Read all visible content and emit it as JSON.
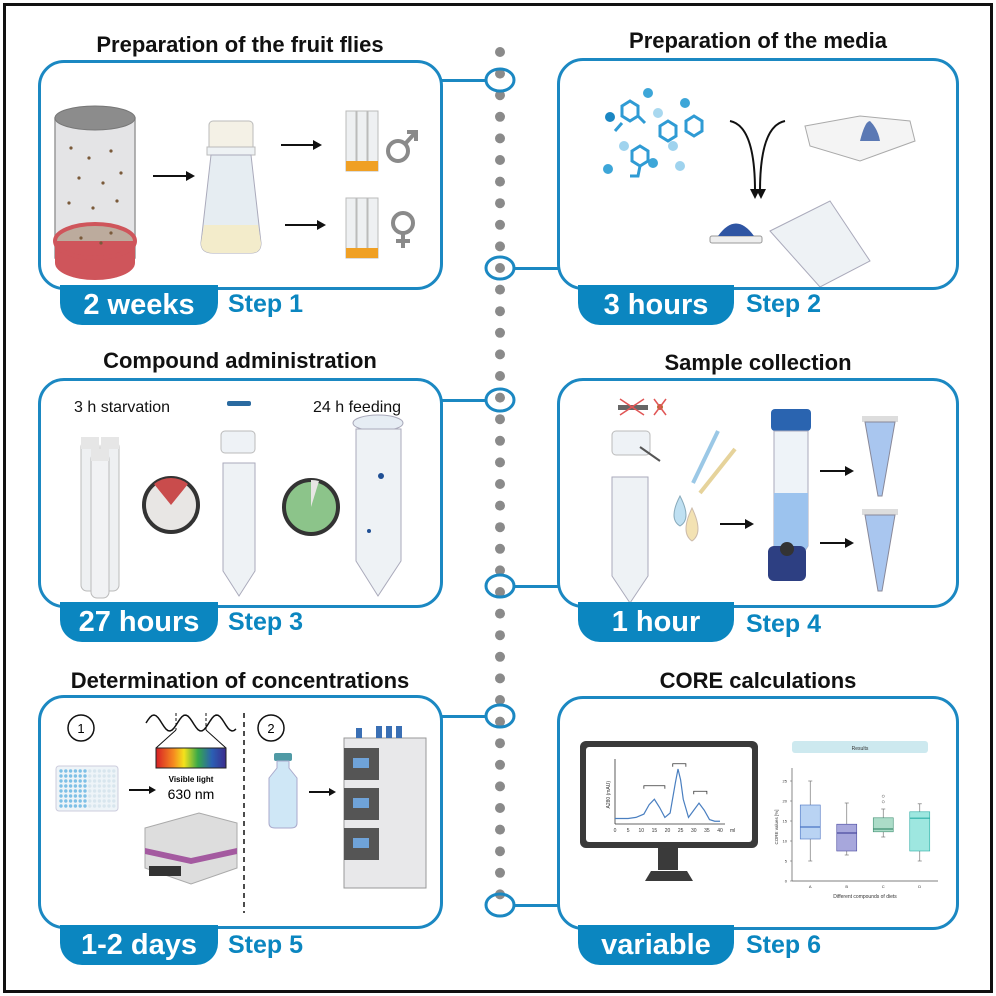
{
  "figure": {
    "accent_color": "#0b86c0",
    "timeline_dot_color": "#8a8a8a"
  },
  "steps": [
    {
      "title": "Preparation of the fruit flies",
      "duration": "2 weeks",
      "step_label": "Step 1",
      "icons": [
        "fly-culture-jar-icon",
        "arrow-right-icon",
        "fly-flask-icon",
        "vials-male-icon",
        "male-symbol-icon",
        "vials-female-icon",
        "female-symbol-icon"
      ]
    },
    {
      "title": "Preparation of the media",
      "duration": "3 hours",
      "step_label": "Step 2",
      "icons": [
        "molecules-icon",
        "curved-arrow-icon",
        "weighing-boat-powder-icon",
        "feeding-cap-icon",
        "falcon-tube-icon"
      ]
    },
    {
      "title": "Compound administration",
      "duration": "27 hours",
      "step_label": "Step 3",
      "starvation_label": "3 h starvation",
      "feeding_label": "24 h feeding",
      "icons": [
        "fly-vials-icon",
        "clock-red-icon",
        "feeding-cap-icon",
        "falcon-tube-flies-icon",
        "clock-green-icon",
        "falcon-tube-fed-icon"
      ]
    },
    {
      "title": "Sample collection",
      "duration": "1 hour",
      "step_label": "Step 4",
      "icons": [
        "crossed-cap-icon",
        "crossed-fly-icon",
        "cap-scissors-icon",
        "falcon-tube-icon",
        "pipette-tips-icon",
        "solvent-drops-icon",
        "falcon-tube-blue-cap-icon",
        "vortex-mixer-icon",
        "microtube-icon"
      ]
    },
    {
      "title": "Determination of concentrations",
      "duration": "1-2 days",
      "step_label": "Step 5",
      "method1_number": "1",
      "method2_number": "2",
      "spectrum_label": "Visible light",
      "wavelength_label": "630 nm",
      "icons": [
        "microplate-icon",
        "light-wave-icon",
        "spectrum-icon",
        "plate-reader-icon",
        "vial-icon",
        "hplc-system-icon"
      ]
    },
    {
      "title": "CORE calculations",
      "duration": "variable",
      "step_label": "Step 6",
      "icons": [
        "monitor-icon",
        "chromatogram-icon",
        "boxplot-icon"
      ]
    }
  ],
  "chart_data": [
    {
      "type": "line",
      "title": "",
      "xlabel": "ml",
      "ylabel": "A280 (mAU)",
      "x_ticks": [
        "0",
        "5",
        "10",
        "15",
        "20",
        "25",
        "30",
        "35",
        "40"
      ],
      "xlim": [
        0,
        40
      ],
      "series": [
        {
          "name": "chromatogram",
          "x": [
            0,
            5,
            8,
            11,
            13,
            15,
            17,
            19,
            21,
            23,
            24,
            25,
            26,
            28,
            30,
            32,
            34,
            36,
            38,
            40
          ],
          "y": [
            0.1,
            0.1,
            0.12,
            0.18,
            0.35,
            0.45,
            0.3,
            0.12,
            0.2,
            0.75,
            1.0,
            0.8,
            0.45,
            0.12,
            0.25,
            0.38,
            0.25,
            0.08,
            0.05,
            0.05
          ]
        }
      ],
      "annotations": [
        {
          "type": "bracket",
          "x_range": [
            11,
            19
          ]
        },
        {
          "type": "bracket",
          "x_range": [
            22,
            27
          ]
        },
        {
          "type": "bracket",
          "x_range": [
            30,
            35
          ]
        }
      ]
    },
    {
      "type": "boxplot",
      "title": "Results",
      "xlabel": "Different compounds of diets",
      "ylabel": "CORE values [%]",
      "ylim": [
        0,
        27
      ],
      "y_ticks": [
        "0",
        "5",
        "10",
        "15",
        "20",
        "25"
      ],
      "categories": [
        "A",
        "B",
        "C",
        "D"
      ],
      "series": [
        {
          "name": "A",
          "min": 5,
          "q1": 10.5,
          "median": 13.5,
          "q3": 19,
          "max": 25,
          "outliers": [],
          "color": "#b9d3f3"
        },
        {
          "name": "B",
          "min": 6.5,
          "q1": 7.5,
          "median": 12,
          "q3": 14.2,
          "max": 19.5,
          "outliers": [],
          "color": "#a7a7dc"
        },
        {
          "name": "C",
          "min": 11,
          "q1": 12.3,
          "median": 13,
          "q3": 15.8,
          "max": 18,
          "outliers": [
            19.8,
            21.2
          ],
          "color": "#acdcc8"
        },
        {
          "name": "D",
          "min": 5,
          "q1": 7.5,
          "median": 15.7,
          "q3": 17.3,
          "max": 19.3,
          "outliers": [],
          "color": "#9ee7e0"
        }
      ]
    }
  ]
}
